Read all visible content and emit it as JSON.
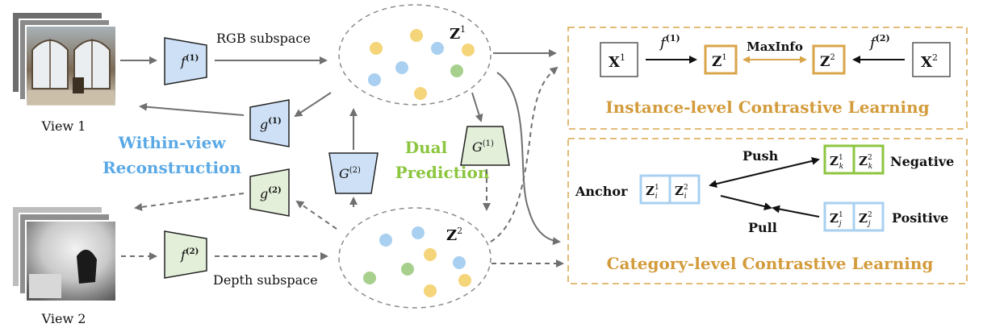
{
  "view1": {
    "label": "View 1"
  },
  "view2": {
    "label": "View 2"
  },
  "encoders": {
    "f1": {
      "base": "f",
      "sup": "(1)"
    },
    "f2": {
      "base": "f",
      "sup": "(2)"
    }
  },
  "decoders": {
    "g1": {
      "base": "g",
      "sup": "(1)"
    },
    "g2": {
      "base": "g",
      "sup": "(2)"
    }
  },
  "predictors": {
    "G1": {
      "base": "G",
      "sup": "(1)"
    },
    "G2": {
      "base": "G",
      "sup": "(2)"
    }
  },
  "subspaces": {
    "rgb": "RGB subspace",
    "depth": "Depth subspace",
    "z1": {
      "base": "Z",
      "sup": "1"
    },
    "z2": {
      "base": "Z",
      "sup": "2"
    }
  },
  "labels": {
    "within_line1": "Within-view",
    "within_line2": "Reconstruction",
    "dual_line1": "Dual",
    "dual_line2": "Prediction"
  },
  "instance": {
    "x1": {
      "base": "X",
      "sup": "1"
    },
    "x2": {
      "base": "X",
      "sup": "2"
    },
    "z1": {
      "base": "Z",
      "sup": "1"
    },
    "z2": {
      "base": "Z",
      "sup": "2"
    },
    "f1": {
      "base": "f",
      "sup": "(1)"
    },
    "f2": {
      "base": "f",
      "sup": "(2)"
    },
    "maxinfo": "MaxInfo",
    "title": "Instance-level Contrastive Learning"
  },
  "category": {
    "anchor": "Anchor",
    "push": "Push",
    "pull": "Pull",
    "negative": "Negative",
    "positive": "Positive",
    "anchor_z1": {
      "base": "Z",
      "sup": "1",
      "sub": "i"
    },
    "anchor_z2": {
      "base": "Z",
      "sup": "2",
      "sub": "i"
    },
    "neg_z1": {
      "base": "Z",
      "sup": "1",
      "sub": "k"
    },
    "neg_z2": {
      "base": "Z",
      "sup": "2",
      "sub": "k"
    },
    "pos_z1": {
      "base": "Z",
      "sup": "1",
      "sub": "j"
    },
    "pos_z2": {
      "base": "Z",
      "sup": "2",
      "sub": "j"
    },
    "title": "Category-level Contrastive Learning"
  },
  "colors": {
    "blue_fill": "#cde0f5",
    "blue_text": "#5aa9e6",
    "green_fill": "#e3efd9",
    "green_text": "#8cc63f",
    "gold": "#d9a54a",
    "gold_text": "#d39b3b",
    "gray_arrow": "#707070",
    "dot_yellow": "#f5d57a",
    "dot_blue": "#a9d0f0",
    "dot_green": "#a8d08d"
  }
}
